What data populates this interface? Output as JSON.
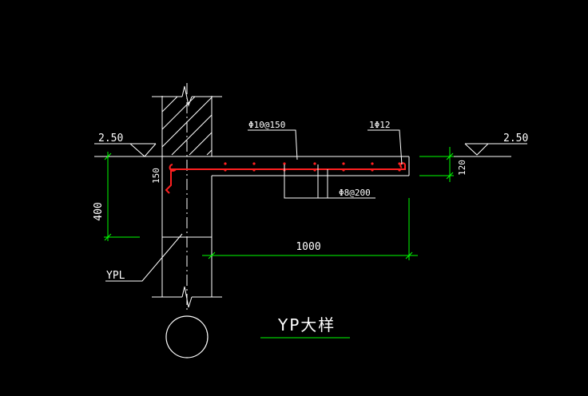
{
  "drawing": {
    "title": "YP大样",
    "component_label": "YPL",
    "level_left": "2.50",
    "level_right": "2.50",
    "dim_height": "400",
    "dim_beam": "150",
    "dim_slab": "120",
    "dim_length": "1000",
    "rebar_top": "Φ10@150",
    "rebar_bottom": "1Φ12",
    "rebar_dist": "Φ8@200"
  },
  "colors": {
    "background": "#000000",
    "lines": "#ffffff",
    "dimensions": "#00ff00",
    "rebar": "#ff2020",
    "text": "#ffffff"
  }
}
